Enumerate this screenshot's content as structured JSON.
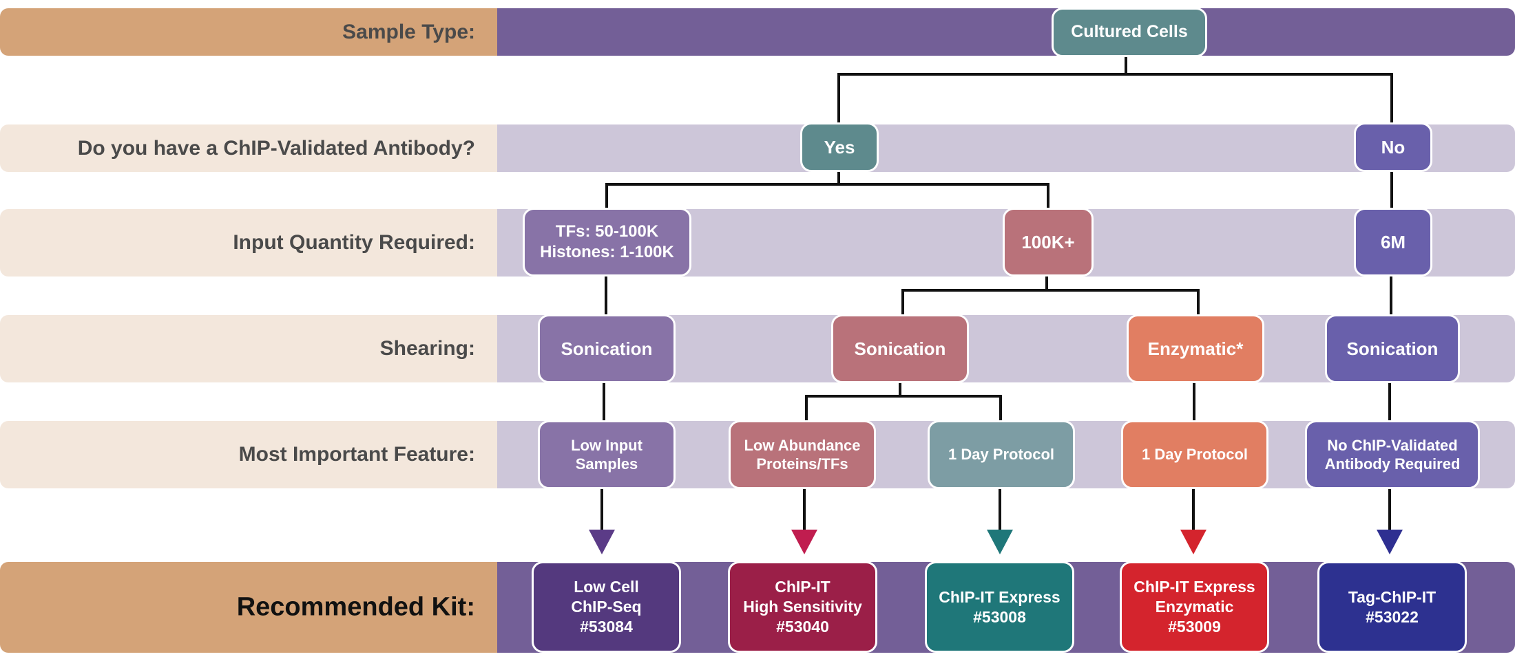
{
  "rows": {
    "sample_type": "Sample Type:",
    "antibody": "Do you have a ChIP-Validated Antibody?",
    "input_quantity": "Input Quantity Required:",
    "shearing": "Shearing:",
    "feature": "Most Important Feature:",
    "kit": "Recommended Kit:"
  },
  "nodes": {
    "cultured_cells": "Cultured Cells",
    "yes": "Yes",
    "no": "No",
    "tfs_histones": "TFs: 50-100K\nHistones: 1-100K",
    "k100": "100K+",
    "m6": "6M",
    "sonication_a": "Sonication",
    "sonication_b": "Sonication",
    "enzymatic": "Enzymatic*",
    "sonication_c": "Sonication",
    "low_input": "Low Input\nSamples",
    "low_abundance": "Low Abundance\nProteins/TFs",
    "one_day_a": "1 Day Protocol",
    "one_day_b": "1 Day Protocol",
    "no_antibody": "No ChIP-Validated\nAntibody Required"
  },
  "kits": {
    "low_cell": "Low Cell\nChIP-Seq\n#53084",
    "high_sensitivity": "ChIP-IT\nHigh Sensitivity\n#53040",
    "express": "ChIP-IT Express\n#53008",
    "express_enzymatic": "ChIP-IT Express\nEnzymatic\n#53009",
    "tag": "Tag-ChIP-IT\n#53022"
  },
  "colors": {
    "tan": "#d4a378",
    "tan_light": "#f3e7dc",
    "purple_band": "#735f97",
    "lavender_band": "#cdc6d9",
    "teal_node": "#5e8a8d",
    "teal_light_node": "#7d9da4",
    "purple_node": "#8873a7",
    "rose_node": "#b9727a",
    "orange_node": "#e17e62",
    "indigo_node": "#6960ab",
    "kit_purple": "#54397e",
    "kit_crimson": "#9b1f48",
    "kit_teal": "#1f7779",
    "kit_red": "#d4242d",
    "kit_navy": "#2d3190",
    "arrow_purple": "#5b3b87",
    "arrow_crimson": "#c01d4f",
    "arrow_teal": "#1f7779",
    "arrow_red": "#d4242d",
    "arrow_navy": "#2e2f91"
  }
}
